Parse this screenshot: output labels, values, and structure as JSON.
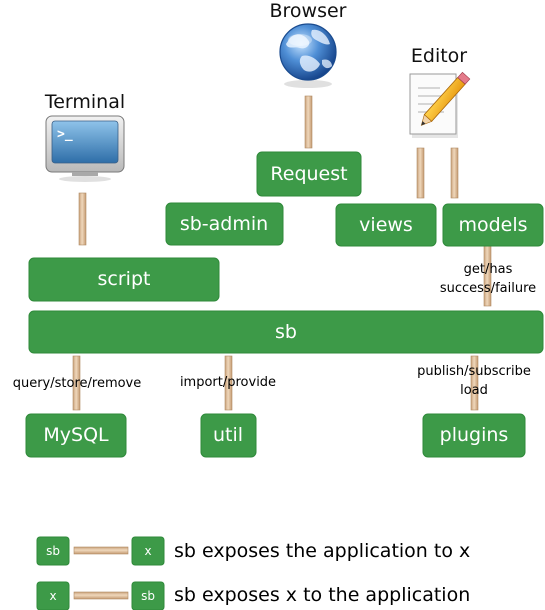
{
  "colors": {
    "node_fill": "#3d9a48",
    "node_text": "#ffffff",
    "connector": "#e2c09c"
  },
  "icons": {
    "browser": "globe-icon",
    "editor": "notepad-pencil-icon",
    "terminal": "terminal-icon"
  },
  "titles": {
    "browser": "Browser",
    "editor": "Editor",
    "terminal": "Terminal"
  },
  "nodes": {
    "request": "Request",
    "sb_admin": "sb-admin",
    "views": "views",
    "models": "models",
    "script": "script",
    "sb": "sb",
    "mysql": "MySQL",
    "util": "util",
    "plugins": "plugins"
  },
  "edge_labels": {
    "get_has": "get/has",
    "success_failure": "success/failure",
    "query_store_remove": "query/store/remove",
    "import_provide": "import/provide",
    "publish_subscribe": "publish/subscribe",
    "load": "load"
  },
  "legend": {
    "row1_from": "sb",
    "row1_to": "x",
    "row1_text": "sb exposes the application to x",
    "row2_from": "x",
    "row2_to": "sb",
    "row2_text": "sb exposes x to the application"
  }
}
